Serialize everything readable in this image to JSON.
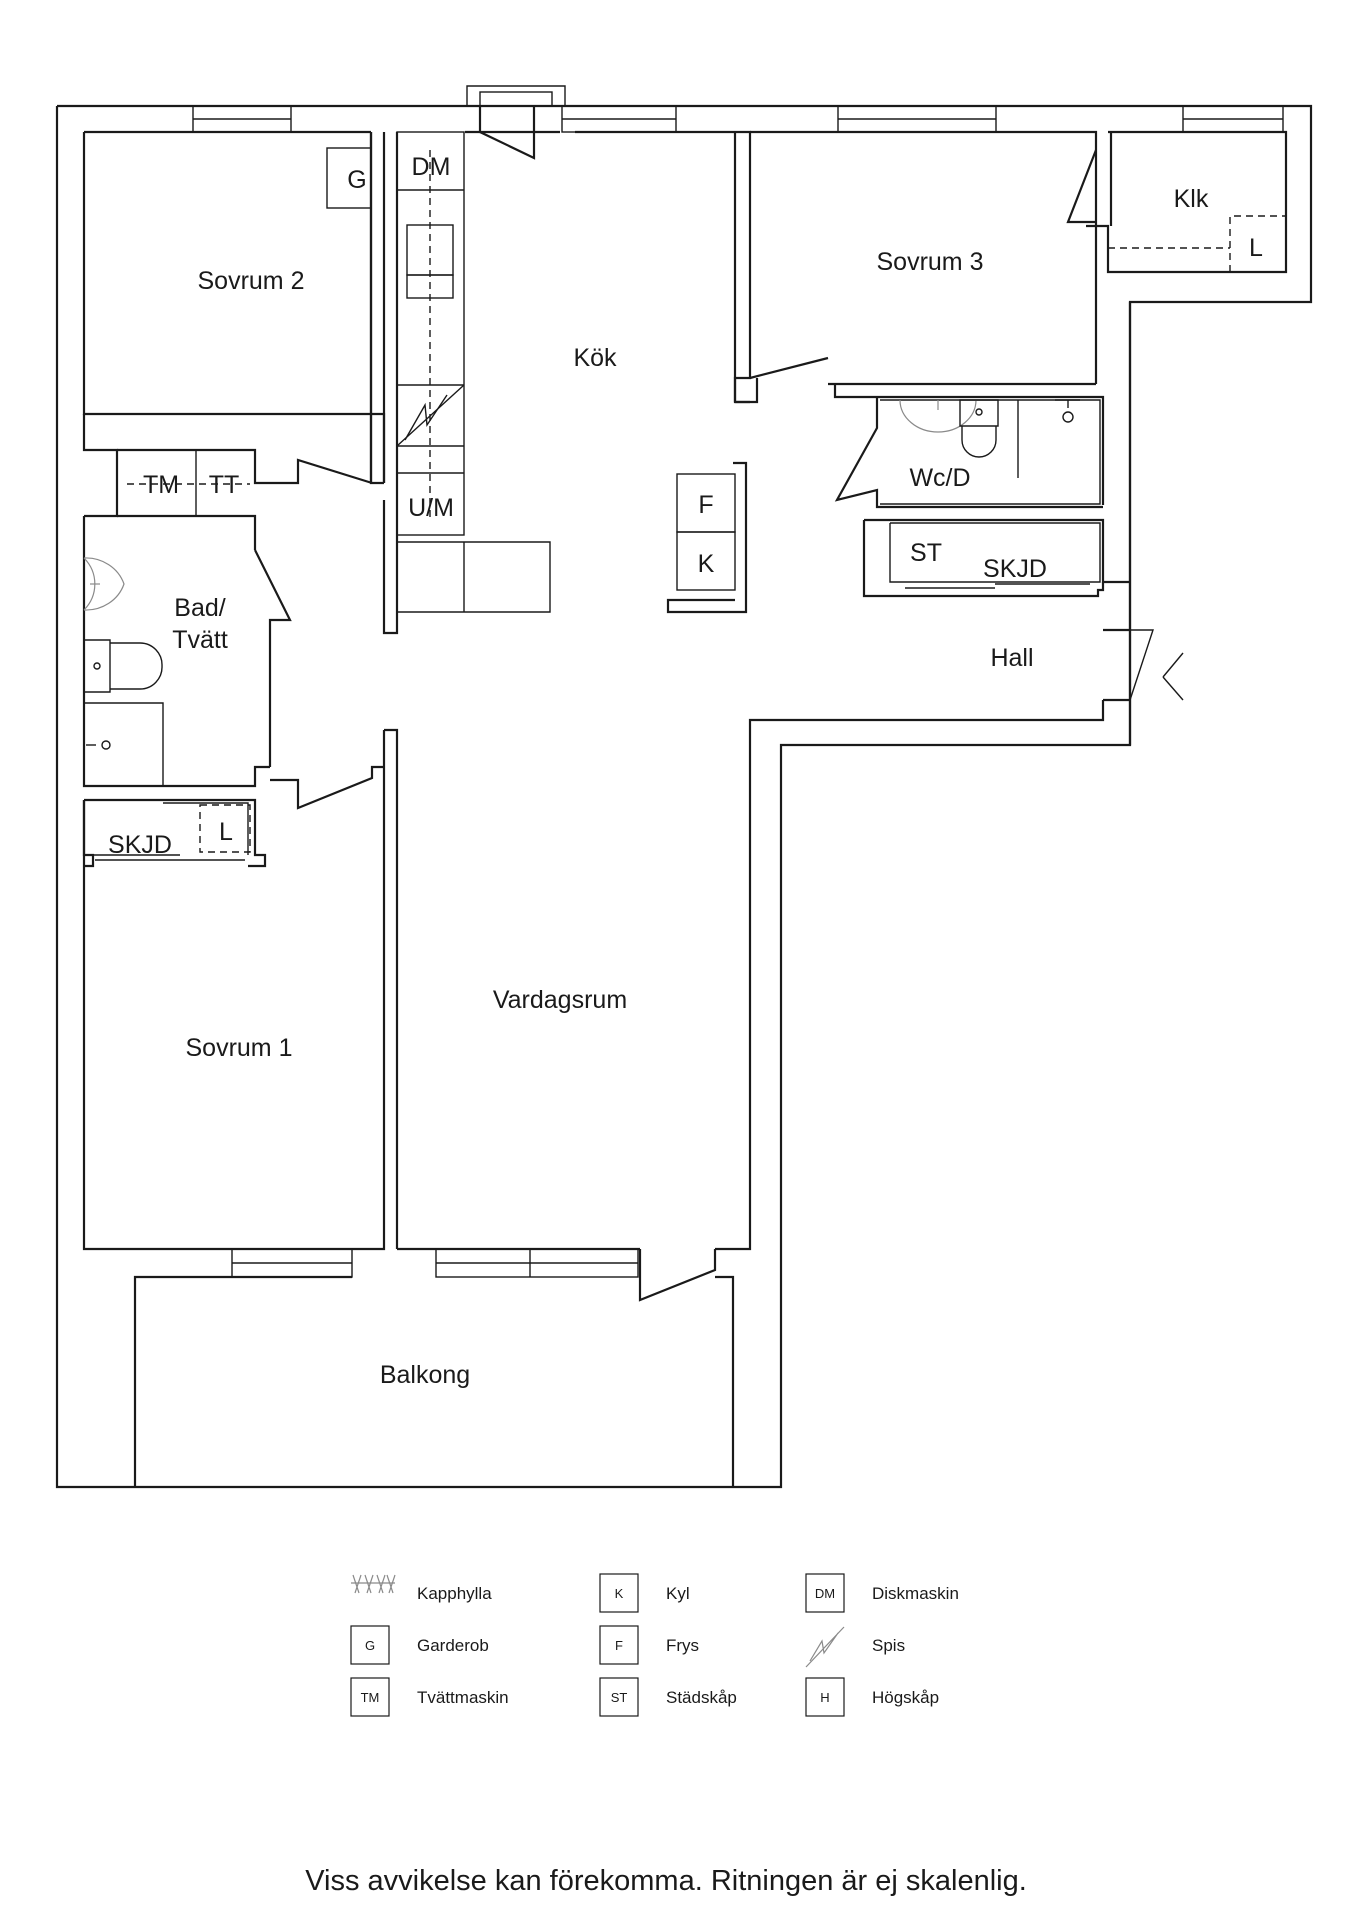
{
  "rooms": {
    "sovrum2": "Sovrum 2",
    "kok": "Kök",
    "sovrum3": "Sovrum 3",
    "klk": "Klk",
    "wcd": "Wc/D",
    "bad_line1": "Bad/",
    "bad_line2": "Tvätt",
    "hall": "Hall",
    "vardagsrum": "Vardagsrum",
    "sovrum1": "Sovrum 1",
    "balkong": "Balkong"
  },
  "fixtures": {
    "g": "G",
    "dm": "DM",
    "um": "U/M",
    "f": "F",
    "k": "K",
    "tm": "TM",
    "tt": "TT",
    "st": "ST",
    "skjd_hall": "SKJD",
    "skjd_bed": "SKJD",
    "l_klk": "L",
    "l_bed": "L"
  },
  "legend": [
    {
      "code": "",
      "icon": "kapphylla-icon",
      "label": "Kapphylla"
    },
    {
      "code": "G",
      "icon": "",
      "label": "Garderob"
    },
    {
      "code": "TM",
      "icon": "",
      "label": "Tvättmaskin"
    },
    {
      "code": "K",
      "icon": "",
      "label": "Kyl"
    },
    {
      "code": "F",
      "icon": "",
      "label": "Frys"
    },
    {
      "code": "ST",
      "icon": "",
      "label": "Städskåp"
    },
    {
      "code": "DM",
      "icon": "",
      "label": "Diskmaskin"
    },
    {
      "code": "",
      "icon": "spis-icon",
      "label": "Spis"
    },
    {
      "code": "H",
      "icon": "",
      "label": "Högskåp"
    }
  ],
  "footer": "Viss avvikelse kan förekomma. Ritningen är ej skalenlig."
}
